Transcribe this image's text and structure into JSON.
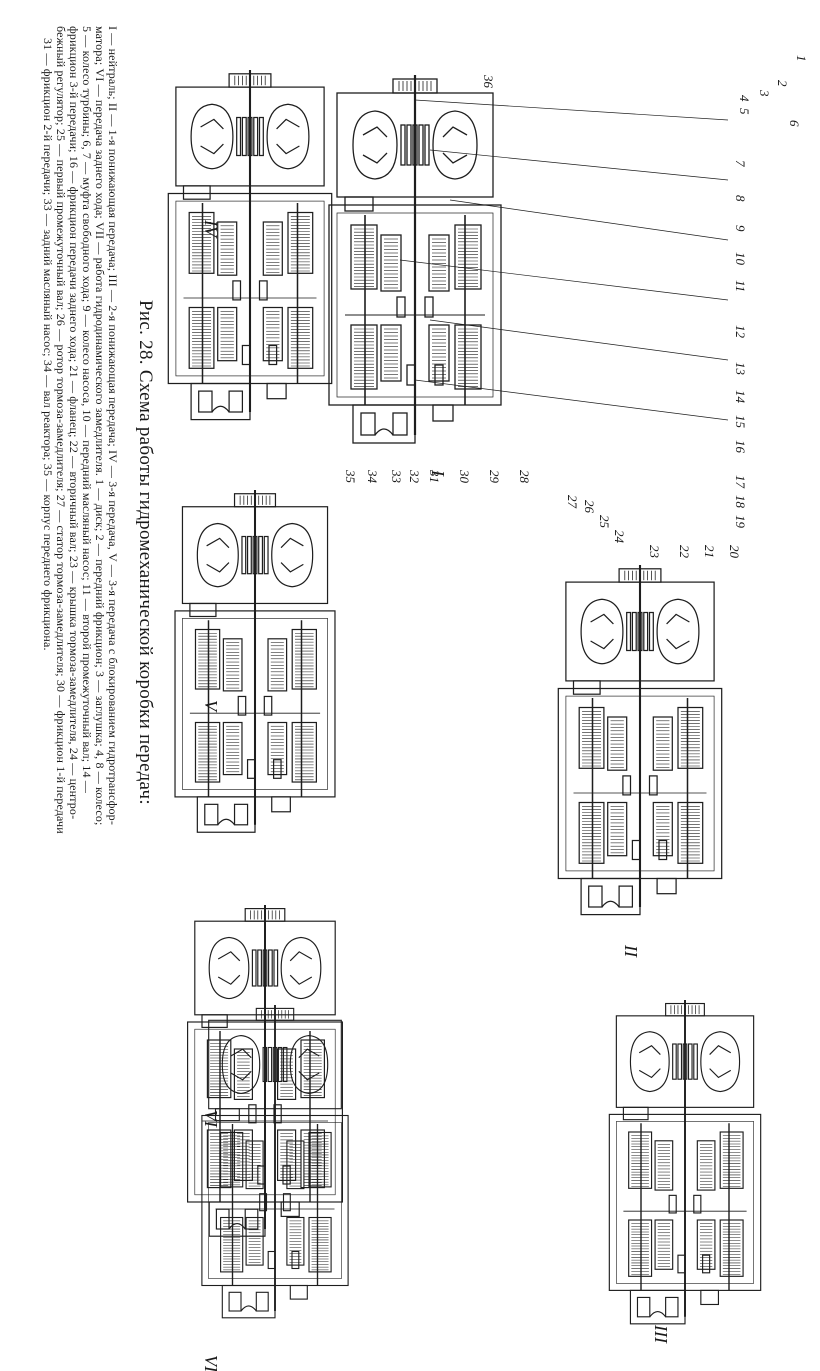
{
  "figure": {
    "title": "Рис. 28. Схема работы гидромеханической коробки передач:",
    "caption_lines": [
      "I — нейтраль; II — 1-я понижающая передача; III — 2-я понижающая передача; IV — 3-я передача, V — 3-я передача с блокированием гидротрансфор-",
      "матора; VI — передача заднего хода; VII — работа гидродинамического замедлителя. 1 — диск; 2 — передний фрикцион; 3 — заглушка; 4, 8 — колесо;",
      "5 — колесо турбины; 6, 7 — муфта свободного хода; 9 — колесо насоса, 10 — передний масляный насос; 11 — второй промежуточный вал; 14 —",
      "фрикцион 3-й передачи; 16 — фрикцион передачи заднего хода; 21 — фланец; 22 — вторичный вал; 23 — крышка тормоза-замедлителя, 24 — центро-",
      "бежный регулятор; 25 — первый промежуточный вал; 26 — ротор тормоза-замедлителя; 27 — статор тормоза-замедлителя; 30 — фрикцион 1-й передачи",
      "31 — фрикцион 2-й передачи; 33 — задний масляный насос; 34 — вал реактора; 35 — корпус переднего фрикциона."
    ],
    "mode_labels": [
      "I",
      "II",
      "III",
      "IV",
      "V",
      "VI",
      "VII"
    ],
    "callout_numbers": [
      "1",
      "2",
      "3",
      "4",
      "5",
      "6",
      "7",
      "8",
      "9",
      "10",
      "11",
      "12",
      "13",
      "14",
      "15",
      "16",
      "17",
      "18",
      "19",
      "20",
      "21",
      "22",
      "23",
      "24",
      "25",
      "26",
      "27",
      "28",
      "29",
      "30",
      "31",
      "32",
      "33",
      "34",
      "35",
      "36"
    ]
  }
}
